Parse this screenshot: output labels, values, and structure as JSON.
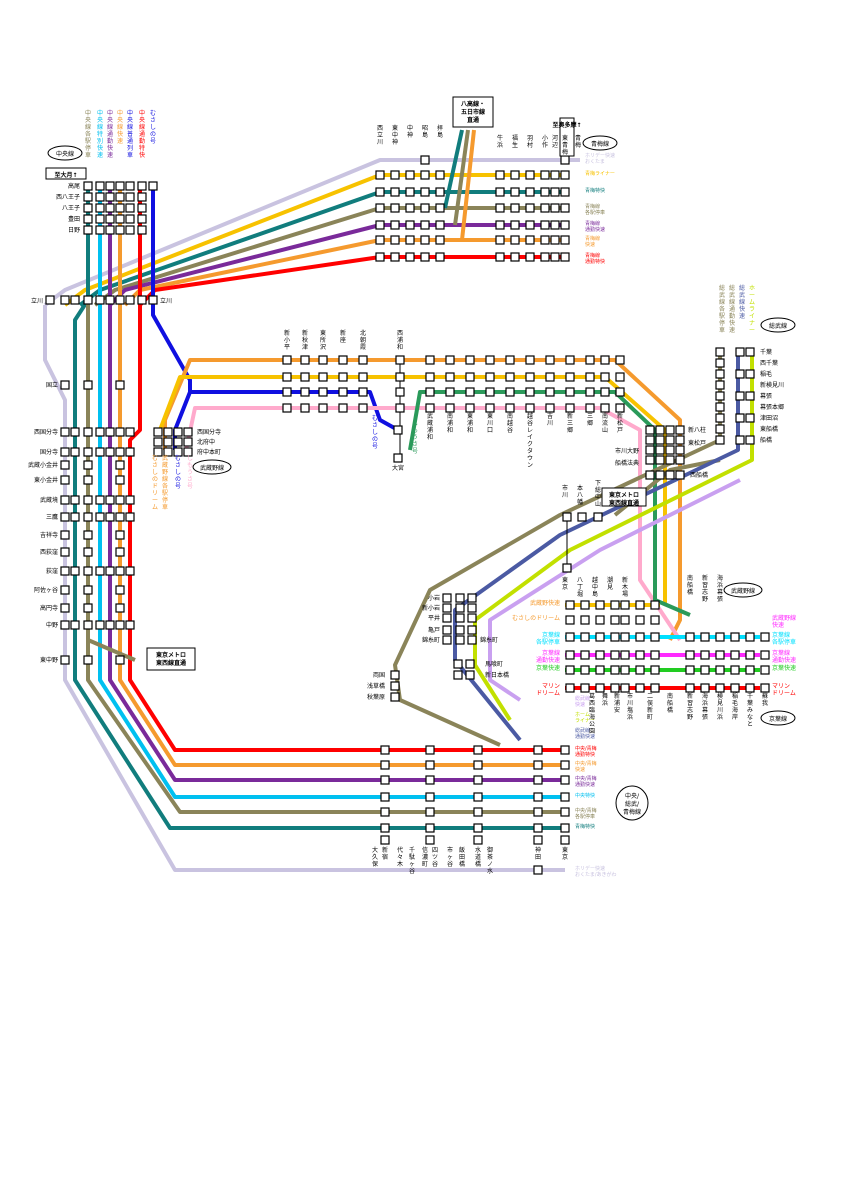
{
  "colors": {
    "chuo_local": "#8a8459",
    "chuo_special_rapid": "#00c0f0",
    "chuo_rapid": "#f59a2e",
    "chuo_commuter_rapid": "#7a2a9a",
    "chuo_commuter_special": "#ff0000",
    "musashi": "#1010e0",
    "holiday": "#c9c3e0",
    "ome_liner": "#f7c200",
    "ome_special": "#117d7d",
    "musashino_local": "#ffaacc",
    "tokyo_metro": "#8a8459",
    "sobu_local": "#c2e000",
    "sobu_rapid": "#4b5aa3",
    "keiyo": "#ff2aff",
    "keiyo_green": "#22cc22",
    "musashino_green": "#2a9a5a"
  },
  "bubbles": {
    "chuo": "中央線",
    "ome": "青梅線",
    "musashino_left": "武蔵野線",
    "sobu": "総武線",
    "musashino_right": "武蔵野線",
    "keiyo": "京葉線",
    "chuo_sobu_ome": "中央/\n総武/\n青梅線"
  },
  "boxed_labels": {
    "to_otsuki": "至大月↑",
    "to_okutama": "至奥多摩↑",
    "hachiko": "八高線・\n五日市線\n直通",
    "metro_left": "東京メトロ\n東西線直通",
    "metro_right": "東京メトロ\n東西線直通"
  },
  "top_services": [
    "中央線各駅停車",
    "中央線特別快速",
    "中央線通勤快速",
    "中央線快速",
    "中央線普通列車",
    "中央線通勤特快",
    "むさしの号"
  ],
  "west_stations": [
    "高尾",
    "西八王子",
    "八王子",
    "豊田",
    "日野"
  ],
  "tachikawa": "立川",
  "chuo_stations": [
    "国立",
    "西国分寺",
    "国分寺",
    "武蔵小金井",
    "東小金井",
    "武蔵境",
    "三鷹",
    "吉祥寺",
    "西荻窪",
    "荻窪",
    "阿佐ヶ谷",
    "高円寺",
    "中野",
    "東中野"
  ],
  "ome_stations_left": [
    "西立川",
    "東中神",
    "中神",
    "昭島",
    "拝島"
  ],
  "ome_stations_right": [
    "牛浜",
    "福生",
    "羽村",
    "小作",
    "河辺",
    "東青梅",
    "青梅"
  ],
  "ome_services": [
    "ホリデー快速\nおくたま",
    "青梅ライナー",
    "青梅特快",
    "青梅線\n各駅停車",
    "青梅線\n通勤快速",
    "青梅線\n快速",
    "青梅線\n通勤特快"
  ],
  "musashino_west_stations": [
    "新小平",
    "新秋津",
    "東所沢",
    "新座",
    "北朝霞",
    "西浦和"
  ],
  "musashino_mid_stations": [
    "武蔵浦和",
    "南浦和",
    "東浦和",
    "東川口",
    "南越谷",
    "越谷レイクタウン",
    "吉川",
    "新三郷",
    "三郷",
    "南流山",
    "新松戸"
  ],
  "musashi_label": "むさしの号",
  "shimousa_label": "しもうさ号",
  "omiya": "大宮",
  "kokubunji_branch": [
    "西国分寺",
    "北府中",
    "府中本町"
  ],
  "left_musashino_services": [
    "武蔵野線\n各駅停車",
    "むさしの号",
    "しもうさ号",
    "むさしのドリーム"
  ],
  "sobu_services": [
    "総武線各駅停車",
    "総武線通勤快速",
    "ホームライナー",
    "総武線快速"
  ],
  "sobu_east_stations": [
    "千葉",
    "西千葉",
    "稲毛",
    "新検見川",
    "幕張",
    "幕張本郷",
    "津田沼",
    "東船橋",
    "船橋"
  ],
  "nishifunabashi": "西船橋",
  "shinyahashira": "新八柱",
  "higashimatsudo": "東松戸",
  "ichikawa_ono": "市川大野",
  "funabashi_hoten": "船橋法典",
  "ichikawa": "市川",
  "motoyawata": "本八幡",
  "shimosa_nakayama": "下総中山",
  "kinshicho_group": [
    "小岩",
    "新小岩",
    "平井",
    "亀戸",
    "錦糸町"
  ],
  "bakurocho": [
    "馬喰町",
    "新日本橋"
  ],
  "ryogoku": [
    "両国",
    "浅草橋",
    "秋葉原"
  ],
  "keiyo_top_stations": [
    "東京",
    "八丁堀",
    "越中島",
    "潮見",
    "新木場"
  ],
  "keiyo_right_stations": [
    "南船橋",
    "新習志野",
    "海浜幕張"
  ],
  "keiyo_bottom_stations": [
    "葛西臨海公園",
    "舞浜",
    "新浦安",
    "市川塩浜",
    "二俣新町",
    "南船橋",
    "新習志野",
    "海浜幕張",
    "検見川浜",
    "稲毛海岸",
    "千葉みなと",
    "蘇我"
  ],
  "keiyo_services_left": [
    "武蔵野快速",
    "むさしのドリーム",
    "京葉線\n各駅停車",
    "京葉線\n通勤快速",
    "京葉快速",
    "マリン\nドリーム"
  ],
  "keiyo_services_right": [
    "武蔵野線\n快速",
    "京葉線\n各駅停車",
    "京葉線\n通勤快速",
    "京葉快速",
    "マリン\nドリーム"
  ],
  "sobu_services_bottom": [
    "総武線\n快速",
    "ホーム\nライナー",
    "総武線\n通勤快速"
  ],
  "central_stations": [
    "大久保",
    "新宿",
    "代々木",
    "千駄ヶ谷",
    "信濃町",
    "四ツ谷",
    "市ヶ谷",
    "飯田橋",
    "水道橋",
    "御茶ノ水",
    "神田",
    "東京"
  ],
  "central_services": [
    "中央/青梅\n通勤特快",
    "中央/青梅\n快速",
    "中央/青梅\n通勤快速",
    "中央特快",
    "中央/青梅\n各駅停車",
    "青梅特快",
    "ホリデー快速\nおくたま/あきがわ"
  ]
}
